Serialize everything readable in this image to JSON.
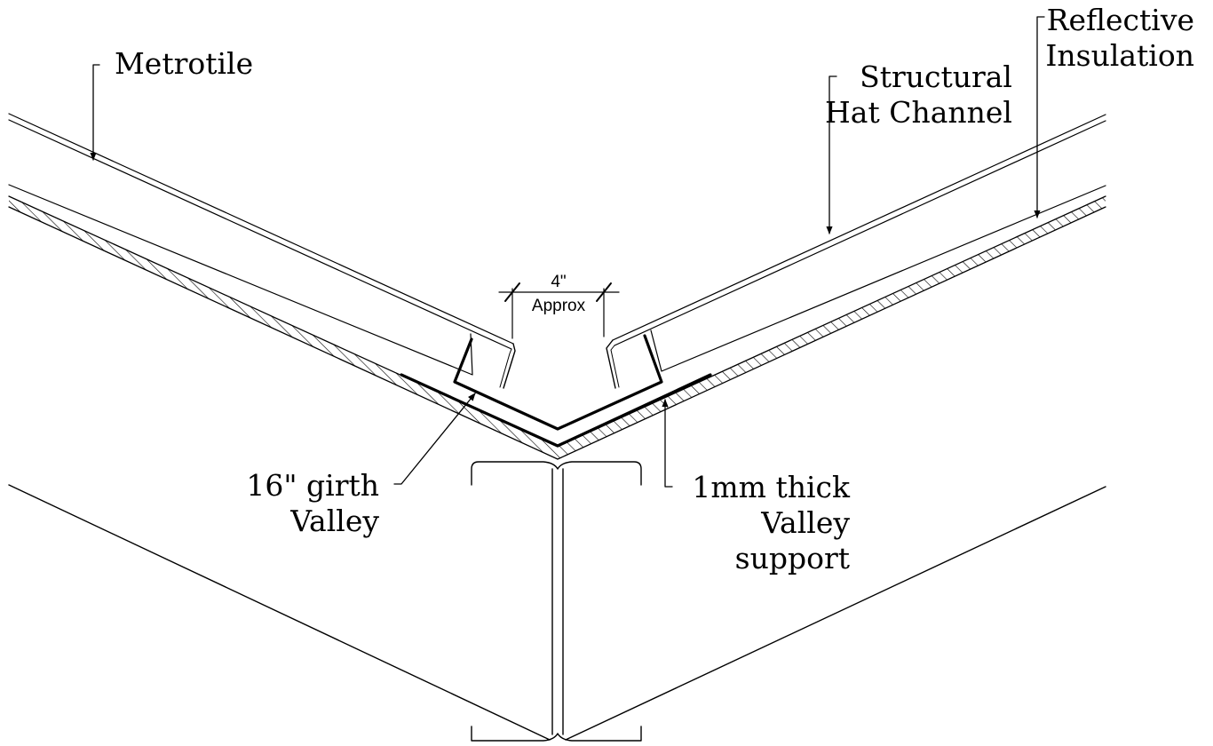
{
  "labels": {
    "metrotile": "Metrotile",
    "hat_channel_1": "Structural",
    "hat_channel_2": "Hat Channel",
    "insulation_1": "Reflective",
    "insulation_2": "Insulation",
    "dimension_value": "4\"",
    "dimension_note": "Approx",
    "girth_1": "16\" girth",
    "girth_2": "Valley",
    "support_1": "1mm thick",
    "support_2": "Valley",
    "support_3": "support"
  }
}
